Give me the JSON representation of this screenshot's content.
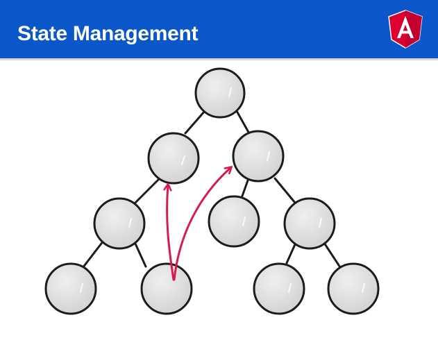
{
  "header": {
    "title": "State Management",
    "background_color": "#0B57C9",
    "logo_icon": "angular-logo-icon"
  },
  "diagram": {
    "type": "component-tree",
    "node_fill": "#e3e3e3",
    "node_stroke": "#1b1b1b",
    "arrow_color": "#D81B4A",
    "nodes": [
      "root",
      "left",
      "right",
      "left-left",
      "right-left",
      "right-right",
      "left-left-left",
      "left-left-right",
      "right-right-left",
      "right-right-right"
    ],
    "edges": [
      [
        "root",
        "left"
      ],
      [
        "root",
        "right"
      ],
      [
        "left",
        "left-left"
      ],
      [
        "right",
        "right-left"
      ],
      [
        "right",
        "right-right"
      ],
      [
        "left-left",
        "left-left-left"
      ],
      [
        "left-left",
        "left-left-right"
      ],
      [
        "right-right",
        "right-right-left"
      ],
      [
        "right-right",
        "right-right-right"
      ]
    ],
    "arrows": [
      {
        "from": "left-left-right",
        "to": "left"
      },
      {
        "from": "left-left-right",
        "to": "right"
      }
    ]
  }
}
